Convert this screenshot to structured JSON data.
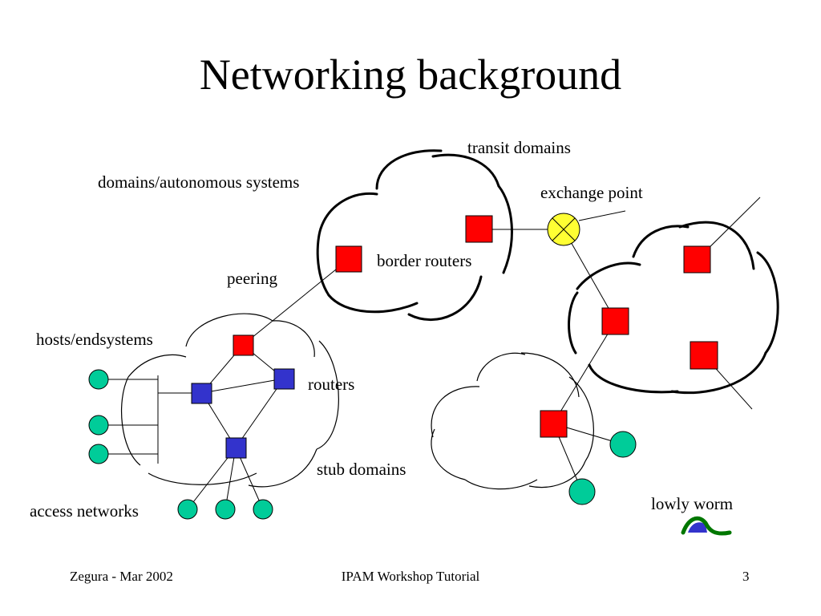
{
  "slide": {
    "title": "Networking background",
    "footer": {
      "left": "Zegura - Mar 2002",
      "center": "IPAM Workshop Tutorial",
      "page_number": "3"
    }
  },
  "diagram": {
    "labels": {
      "transit": "transit domains",
      "domains": "domains/autonomous systems",
      "exchange": "exchange point",
      "border": "border routers",
      "peering": "peering",
      "hosts": "hosts/endsystems",
      "routers": "routers",
      "stub": "stub domains",
      "access": "access networks",
      "worm": "lowly worm"
    },
    "colors": {
      "border_router": "#ff0000",
      "router": "#3333cc",
      "host": "#00cc99",
      "exchange_point": "#ffff33",
      "worm_green": "#007700",
      "worm_blue": "#3333cc"
    }
  }
}
